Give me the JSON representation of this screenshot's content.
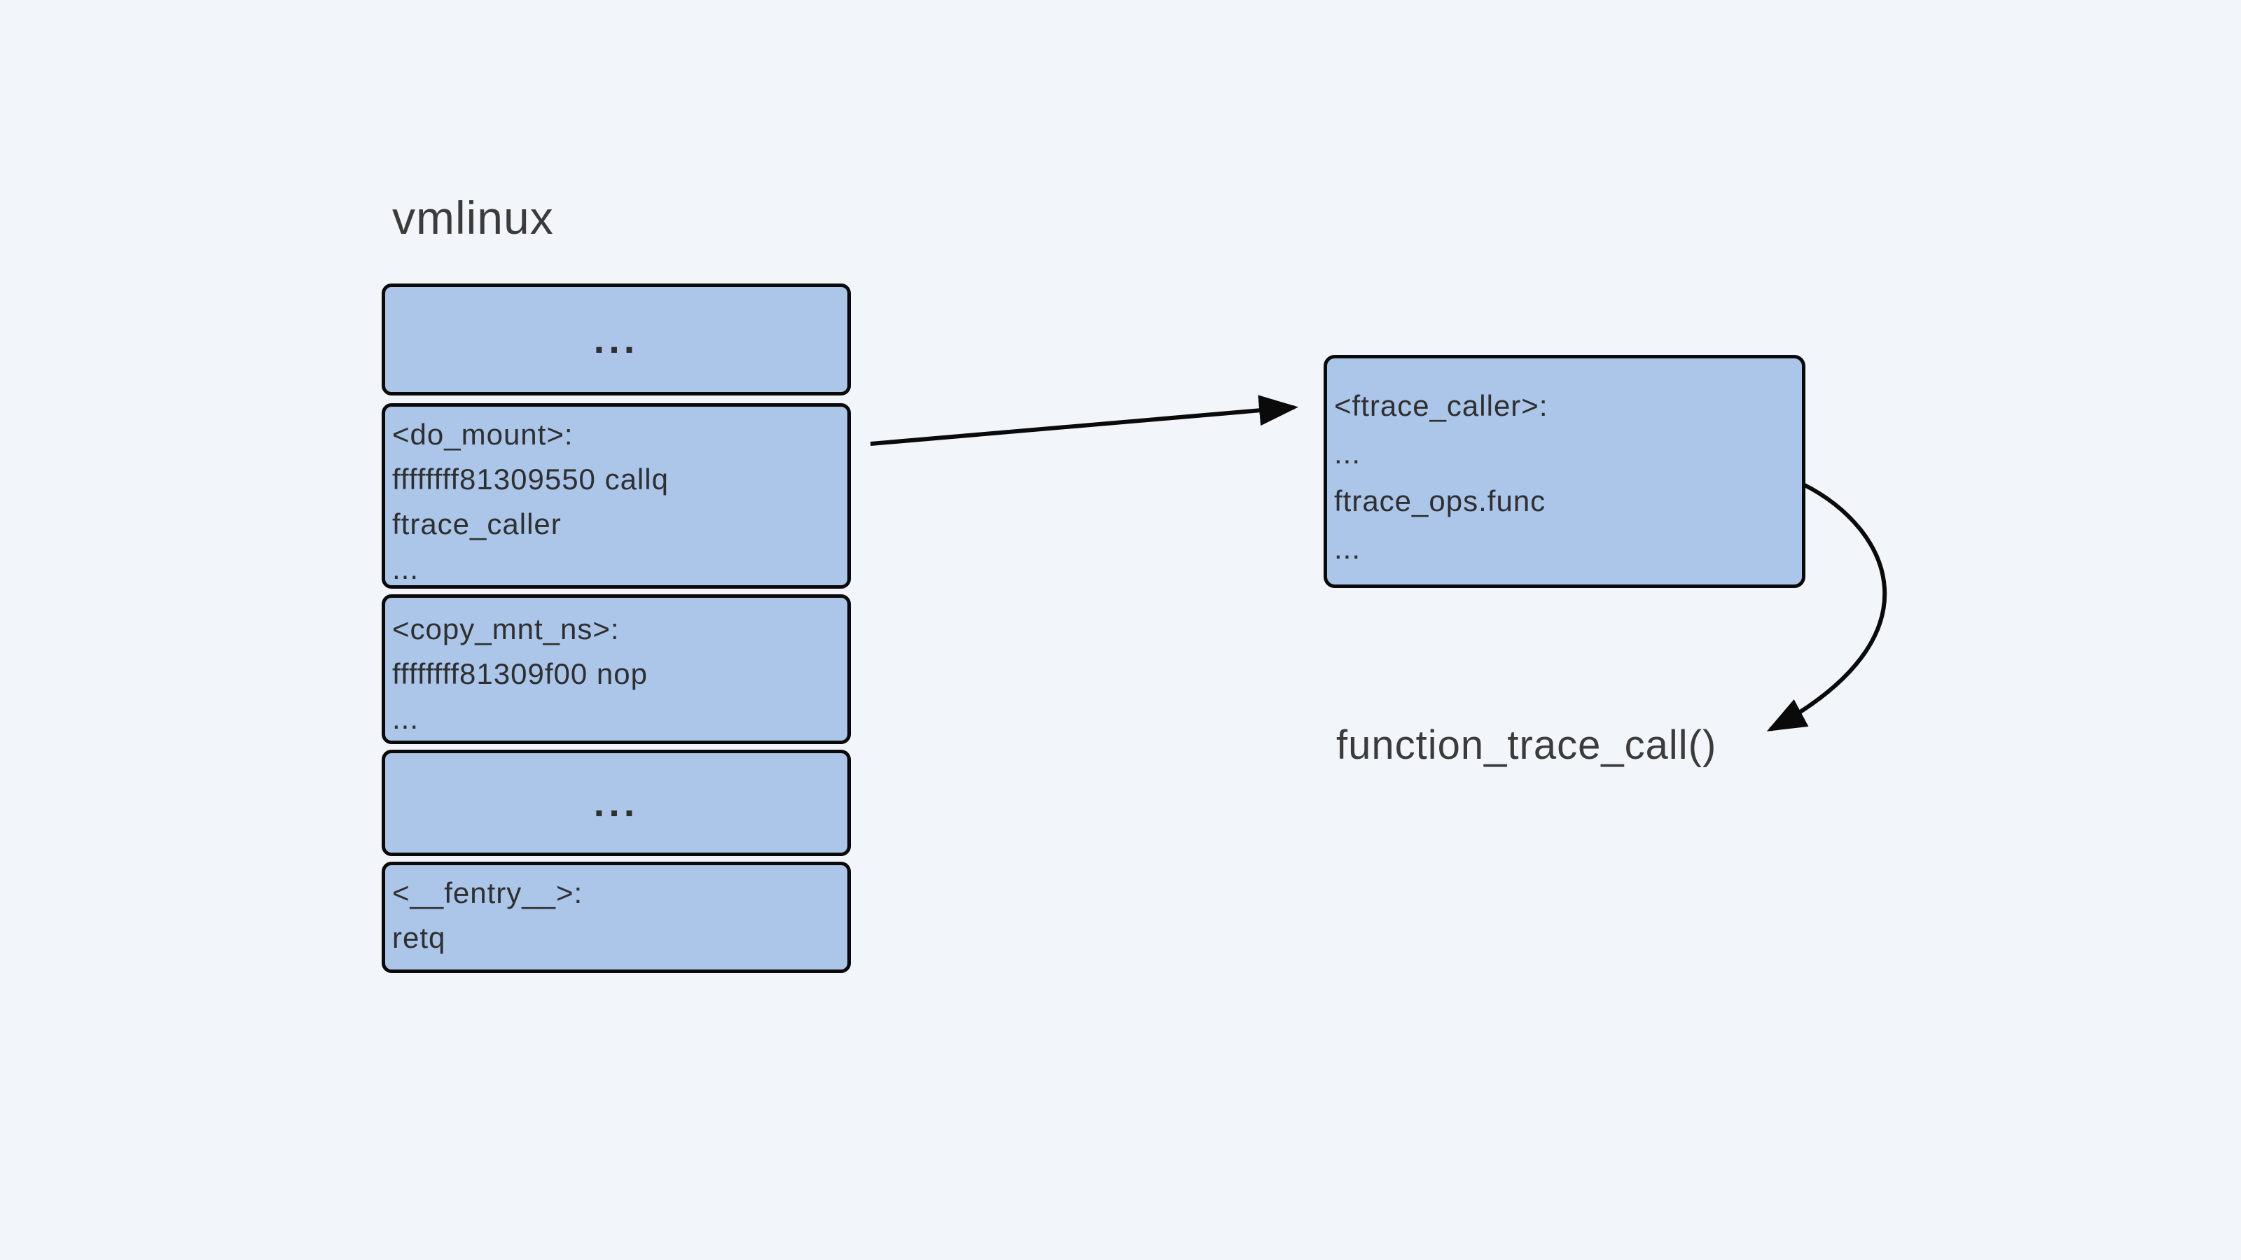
{
  "colors": {
    "background": "#f2f5fa",
    "box_fill": "#abc6e9",
    "box_border": "#0a0a0a",
    "text": "#2f2f2f",
    "title_text": "#3b3b3b",
    "arrow": "#0a0a0a"
  },
  "title": "vmlinux",
  "memory_stack": {
    "boxes": [
      {
        "name": "ellipsis-top",
        "lines": [
          "..."
        ]
      },
      {
        "name": "do_mount",
        "lines": [
          "<do_mount>:",
          "ffffffff81309550 callq",
          "ftrace_caller",
          "..."
        ]
      },
      {
        "name": "copy_mnt_ns",
        "lines": [
          "<copy_mnt_ns>:",
          "ffffffff81309f00 nop",
          "..."
        ]
      },
      {
        "name": "ellipsis-mid",
        "lines": [
          "..."
        ]
      },
      {
        "name": "fentry",
        "lines": [
          "<__fentry__>:",
          "retq"
        ]
      }
    ]
  },
  "trampoline_box": {
    "lines": [
      "<ftrace_caller>:",
      "...",
      "ftrace_ops.func",
      "..."
    ]
  },
  "callout_label": "function_trace_call()"
}
